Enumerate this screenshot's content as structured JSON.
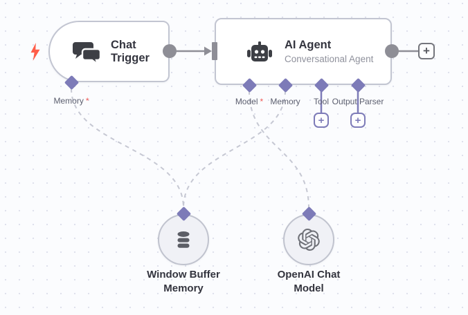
{
  "canvas": {
    "background": "#fbfcfe",
    "grid_dot_color": "#dfe1ec"
  },
  "colors": {
    "endpoint_diamond": "#7d7bb8",
    "endpoint_gray": "#8e8e96",
    "node_border": "#c2c5d1",
    "connection_dashed": "#c6c8d3",
    "trigger_bolt": "#ff5d49",
    "required_asterisk": "#ef5753",
    "title_text": "#34353f",
    "subtitle_text": "#8f919c",
    "port_label_text": "#5b5e6e"
  },
  "ui": {
    "plus_glyph": "+"
  },
  "chat_trigger": {
    "title": "Chat Trigger",
    "icon": "chat-bubbles",
    "inputs": [
      {
        "label": "Memory",
        "required": "*"
      }
    ]
  },
  "ai_agent": {
    "title": "AI Agent",
    "subtitle": "Conversational Agent",
    "icon": "robot",
    "inputs": [
      {
        "label": "Model",
        "required": "*"
      },
      {
        "label": "Memory",
        "required": ""
      },
      {
        "label": "Tool",
        "required": ""
      },
      {
        "label": "Output Parser",
        "required": ""
      }
    ]
  },
  "window_buffer_memory": {
    "label": "Window Buffer Memory",
    "icon": "database"
  },
  "openai_chat_model": {
    "label": "OpenAI Chat Model",
    "icon": "openai-logo"
  },
  "connections": [
    {
      "from": "chat-trigger.output",
      "to": "ai-agent.input",
      "style": "solid-arrow"
    },
    {
      "from": "chat-trigger.memory",
      "to": "window-buffer-memory",
      "style": "dashed"
    },
    {
      "from": "ai-agent.memory",
      "to": "window-buffer-memory",
      "style": "dashed"
    },
    {
      "from": "ai-agent.model",
      "to": "openai-chat-model",
      "style": "dashed"
    }
  ]
}
